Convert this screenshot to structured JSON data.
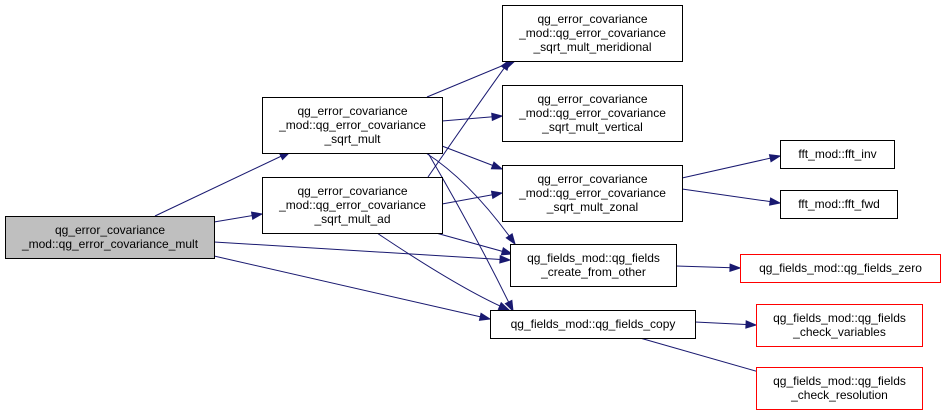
{
  "colors": {
    "edge": "#191970",
    "node_border": "#000000",
    "node_border_truncated": "#ff0000",
    "root_fill": "#bfbfbf",
    "node_fill": "#ffffff"
  },
  "nodes": {
    "root": {
      "lines": [
        "qg_error_covariance",
        "_mod::qg_error_covariance_mult"
      ]
    },
    "sqrt_mult": {
      "lines": [
        "qg_error_covariance",
        "_mod::qg_error_covariance",
        "_sqrt_mult"
      ]
    },
    "sqrt_mult_ad": {
      "lines": [
        "qg_error_covariance",
        "_mod::qg_error_covariance",
        "_sqrt_mult_ad"
      ]
    },
    "meridional": {
      "lines": [
        "qg_error_covariance",
        "_mod::qg_error_covariance",
        "_sqrt_mult_meridional"
      ]
    },
    "vertical": {
      "lines": [
        "qg_error_covariance",
        "_mod::qg_error_covariance",
        "_sqrt_mult_vertical"
      ]
    },
    "zonal": {
      "lines": [
        "qg_error_covariance",
        "_mod::qg_error_covariance",
        "_sqrt_mult_zonal"
      ]
    },
    "create_from_other": {
      "lines": [
        "qg_fields_mod::qg_fields",
        "_create_from_other"
      ]
    },
    "fields_copy": {
      "lines": [
        "qg_fields_mod::qg_fields_copy"
      ]
    },
    "fft_inv": {
      "lines": [
        "fft_mod::fft_inv"
      ]
    },
    "fft_fwd": {
      "lines": [
        "fft_mod::fft_fwd"
      ]
    },
    "fields_zero": {
      "lines": [
        "qg_fields_mod::qg_fields_zero"
      ]
    },
    "check_variables": {
      "lines": [
        "qg_fields_mod::qg_fields",
        "_check_variables"
      ]
    },
    "check_resolution": {
      "lines": [
        "qg_fields_mod::qg_fields",
        "_check_resolution"
      ]
    }
  }
}
